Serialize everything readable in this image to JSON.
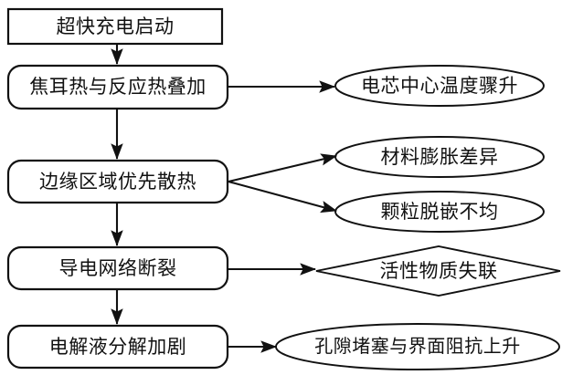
{
  "diagram": {
    "type": "flowchart",
    "title": "",
    "direction": "top-to-bottom with right branches",
    "background_color": "#ffffff",
    "stroke_color": "#111111",
    "fill_color": "#ffffff",
    "main_chain": [
      {
        "id": "n1",
        "label": "超快充电启动",
        "shape": "rectangle"
      },
      {
        "id": "n2",
        "label": "焦耳热与反应热叠加",
        "shape": "rounded-rectangle"
      },
      {
        "id": "n3",
        "label": "边缘区域优先散热",
        "shape": "rounded-rectangle"
      },
      {
        "id": "n4",
        "label": "导电网络断裂",
        "shape": "rounded-rectangle"
      },
      {
        "id": "n5",
        "label": "电解液分解加剧",
        "shape": "rounded-rectangle"
      }
    ],
    "branch_nodes": [
      {
        "id": "b1",
        "label": "电芯中心温度骤升",
        "shape": "ellipse",
        "from": "n2"
      },
      {
        "id": "b2",
        "label": "材料膨胀差异",
        "shape": "ellipse",
        "from": "n3"
      },
      {
        "id": "b3",
        "label": "颗粒脱嵌不均",
        "shape": "ellipse",
        "from": "n3"
      },
      {
        "id": "b4",
        "label": "活性物质失联",
        "shape": "diamond",
        "from": "n4"
      },
      {
        "id": "b5",
        "label": "孔隙堵塞与界面阻抗上升",
        "shape": "ellipse",
        "from": "n5"
      }
    ],
    "edges": [
      {
        "from": "n1",
        "to": "n2",
        "style": "arrow-down"
      },
      {
        "from": "n2",
        "to": "n3",
        "style": "arrow-down"
      },
      {
        "from": "n3",
        "to": "n4",
        "style": "arrow-down"
      },
      {
        "from": "n4",
        "to": "n5",
        "style": "arrow-down"
      },
      {
        "from": "n2",
        "to": "b1",
        "style": "arrow-right"
      },
      {
        "from": "n3",
        "to": "b2",
        "style": "arrow-diagonal-up-right"
      },
      {
        "from": "n3",
        "to": "b3",
        "style": "arrow-diagonal-down-right"
      },
      {
        "from": "n4",
        "to": "b4",
        "style": "arrow-right"
      },
      {
        "from": "n5",
        "to": "b5",
        "style": "arrow-right"
      }
    ]
  }
}
